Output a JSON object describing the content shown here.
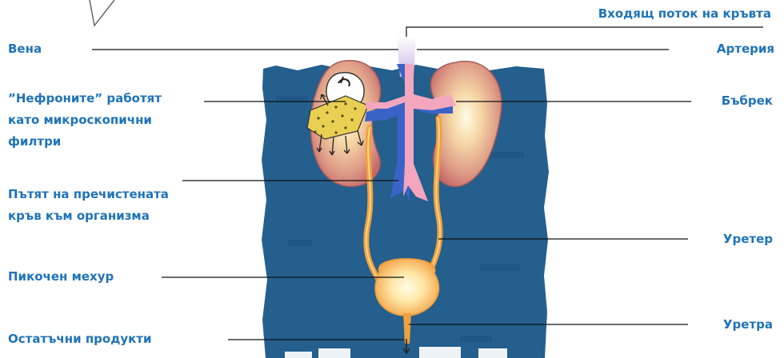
{
  "labels": {
    "blood_inflow": "Входящ поток на кръвта",
    "vein": "Вена",
    "artery": "Артерия",
    "nephrons_line1": "”Нефроните” работят",
    "nephrons_line2": "като микроскопични",
    "nephrons_line3": "филтри",
    "kidney": "Бъбрек",
    "purified_line1": "Пътят на пречистената",
    "purified_line2": "кръв към организма",
    "ureter": "Уретер",
    "bladder": "Пикочен мехур",
    "waste": "Остатъчни продукти",
    "urethra": "Уретра"
  },
  "colors": {
    "label_text": "#1f73b8",
    "panel": "#245f8e",
    "vein": "#3a63c7",
    "artery": "#f4a6bf",
    "kidney_outer": "#c7706f",
    "kidney_core": "#fff6dc",
    "nephron": "#e9cf52",
    "ureter": "#f0a03c",
    "bladder_glow": "#fff3c0",
    "leader_line": "#111111"
  }
}
